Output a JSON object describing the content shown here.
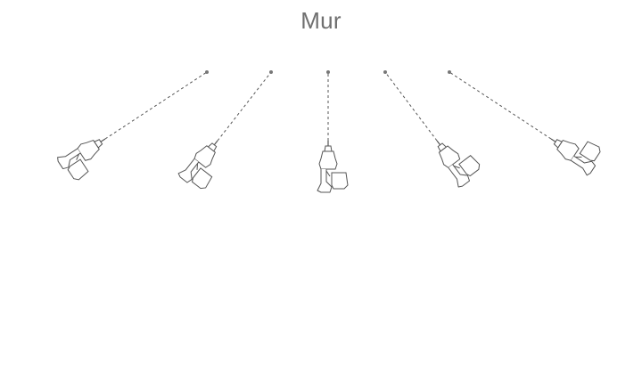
{
  "wall": {
    "label": "Mur"
  },
  "drills": [
    {
      "name": "drill-angle-left-far",
      "angle": -55
    },
    {
      "name": "drill-angle-left",
      "angle": -35
    },
    {
      "name": "drill-straight",
      "angle": 0
    },
    {
      "name": "drill-angle-right",
      "angle": 35
    },
    {
      "name": "drill-angle-right-far",
      "angle": 55
    }
  ],
  "colors": {
    "text": "#6f6f6f",
    "line": "#555555",
    "point": "#777777"
  }
}
